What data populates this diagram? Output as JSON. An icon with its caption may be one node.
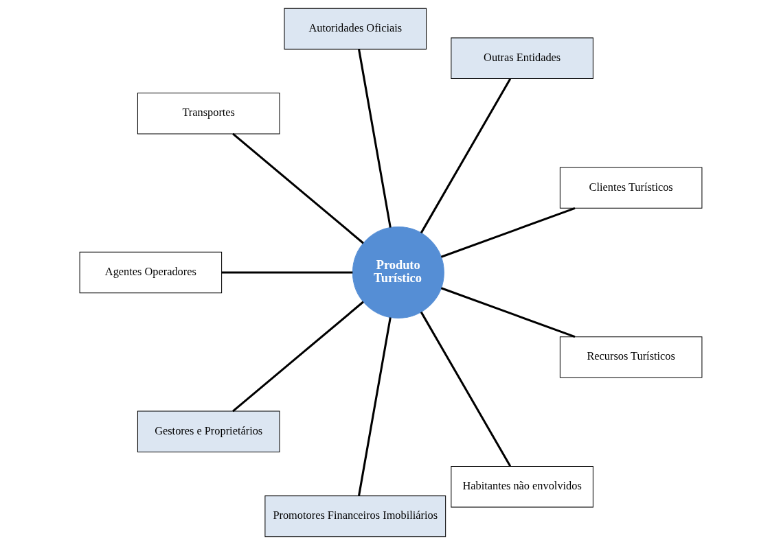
{
  "diagram": {
    "nodes": [
      {
        "text": [
          "Clientes Turísticos"
        ]
      },
      {
        "text": [
          "Outras Entidades"
        ]
      },
      {
        "text": [
          "Autoridades Oficiais"
        ]
      },
      {
        "text": [
          "Transportes"
        ]
      },
      {
        "text": [
          "Produto Turístico"
        ]
      },
      {
        "text": [
          "Agentes Operadores"
        ]
      },
      {
        "text": [
          "Gestores e Proprietários"
        ]
      },
      {
        "text": [
          "Promotores Financeiros Imobiliários"
        ]
      },
      {
        "text": [
          "Habitantes não envolvidos"
        ]
      },
      {
        "text": [
          "Recursos Turísticos"
        ]
      }
    ],
    "edges": [
      {
        "from": 4,
        "to": 5,
        "arrow": "none"
      },
      {
        "from": 4,
        "to": 2,
        "arrow": "none"
      },
      {
        "from": 4,
        "to": 0,
        "arrow": "none"
      },
      {
        "from": 4,
        "to": 1,
        "arrow": "none"
      },
      {
        "from": 4,
        "to": 3,
        "arrow": "none"
      },
      {
        "from": 4,
        "to": 6,
        "arrow": "none"
      },
      {
        "from": 4,
        "to": 8,
        "arrow": "none"
      },
      {
        "from": 4,
        "to": 9,
        "arrow": "none"
      },
      {
        "from": 4,
        "to": 7,
        "arrow": "none"
      }
    ]
  }
}
